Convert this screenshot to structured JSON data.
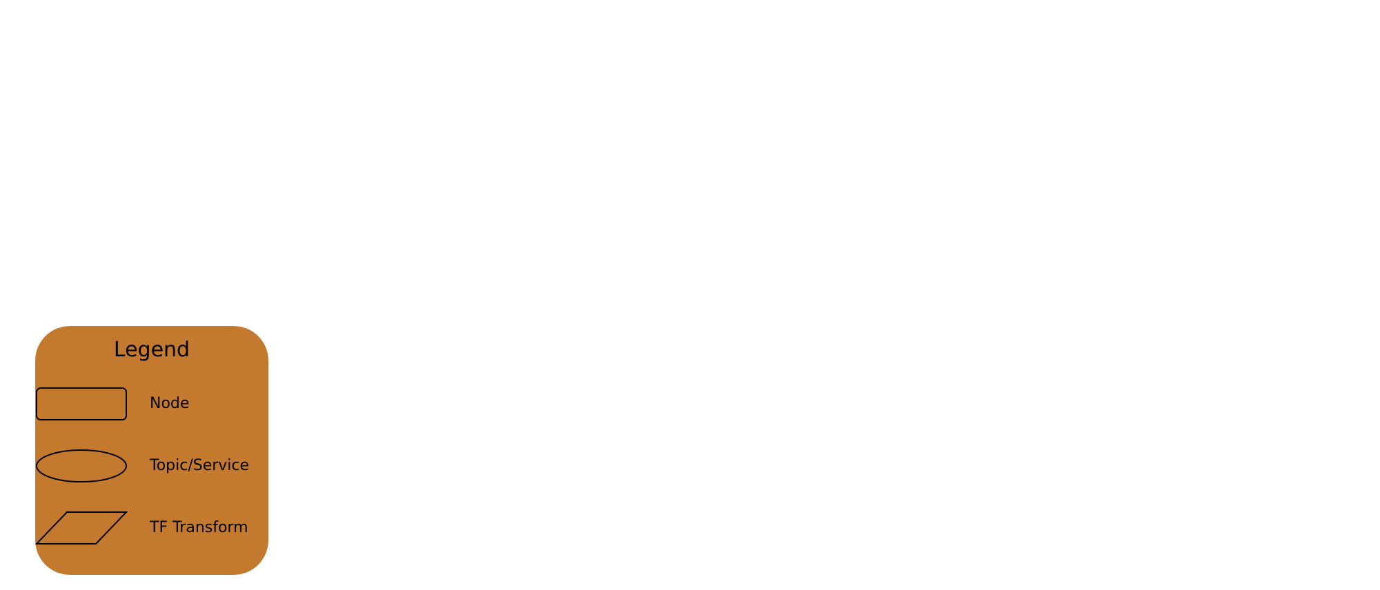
{
  "legend": {
    "title": "Legend",
    "background_color": "#c47a2e",
    "stroke_color": "#000000",
    "items": [
      {
        "shape": "rounded-rectangle",
        "label": "Node"
      },
      {
        "shape": "ellipse",
        "label": "Topic/Service"
      },
      {
        "shape": "parallelogram",
        "label": "TF Transform"
      }
    ]
  }
}
